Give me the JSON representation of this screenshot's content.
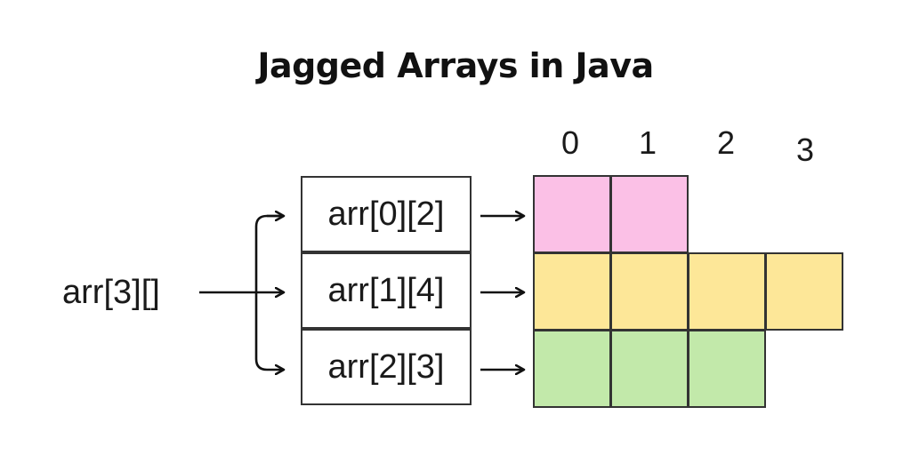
{
  "title": "Jagged Arrays in Java",
  "root_label": "arr[3][]",
  "column_indices": [
    "0",
    "1",
    "2",
    "3"
  ],
  "rows": [
    {
      "label": "arr[0][2]",
      "length": 2,
      "color": "#fbc0e6"
    },
    {
      "label": "arr[1][4]",
      "length": 4,
      "color": "#fde798"
    },
    {
      "label": "arr[2][3]",
      "length": 3,
      "color": "#c2e9aa"
    }
  ],
  "colors": {
    "stroke": "#333333"
  }
}
